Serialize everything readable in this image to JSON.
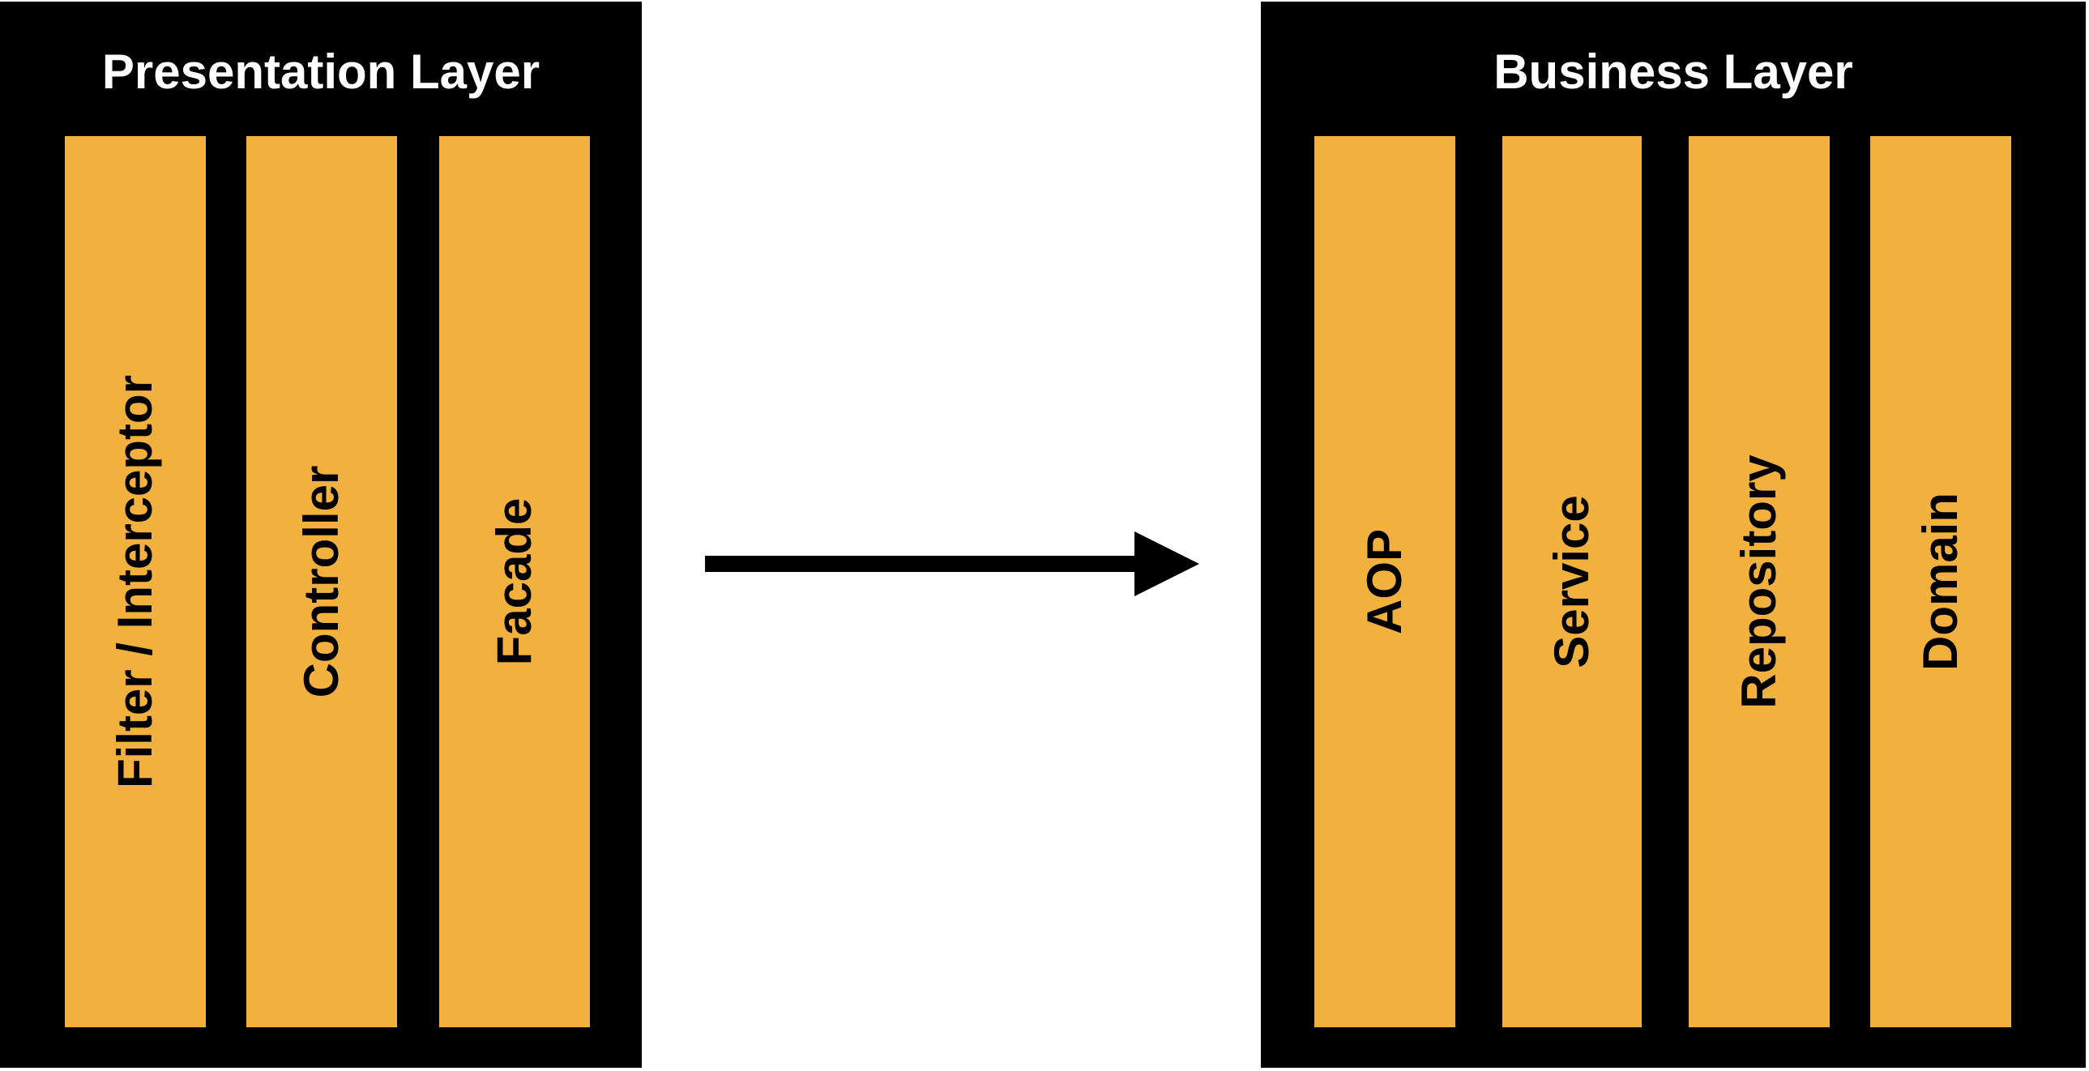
{
  "layers": [
    {
      "title": "Presentation Layer",
      "components": [
        {
          "label": "Filter / Interceptor"
        },
        {
          "label": "Controller"
        },
        {
          "label": "Facade"
        }
      ]
    },
    {
      "title": "Business Layer",
      "components": [
        {
          "label": "AOP"
        },
        {
          "label": "Service"
        },
        {
          "label": "Repository"
        },
        {
          "label": "Domain"
        }
      ]
    }
  ],
  "colors": {
    "layer_background": "#000000",
    "component_fill": "#f2b03e",
    "title_text": "#ffffff",
    "label_text": "#000000",
    "arrow": "#000000"
  },
  "arrow": {
    "icon": "right-arrow-icon",
    "direction": "left-to-right"
  }
}
